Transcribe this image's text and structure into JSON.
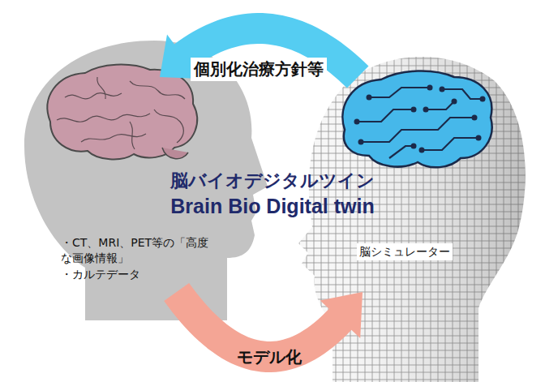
{
  "diagram": {
    "title": "脳バイオデジタルツイン",
    "nodes": [
      {
        "text": [
          "・CT、MRI、PET等の「高度な画像情報」",
          "・カルテデータ"
        ]
      },
      {
        "text": [
          "脳シミュレーター"
        ]
      }
    ],
    "edges": [
      {
        "from": 0,
        "to": 1,
        "arrow": "to",
        "label": "モデル化"
      },
      {
        "from": 1,
        "to": 0,
        "arrow": "to",
        "label": "個別化治療方針等"
      }
    ],
    "labels": [
      "Brain Bio Digital twin"
    ]
  }
}
